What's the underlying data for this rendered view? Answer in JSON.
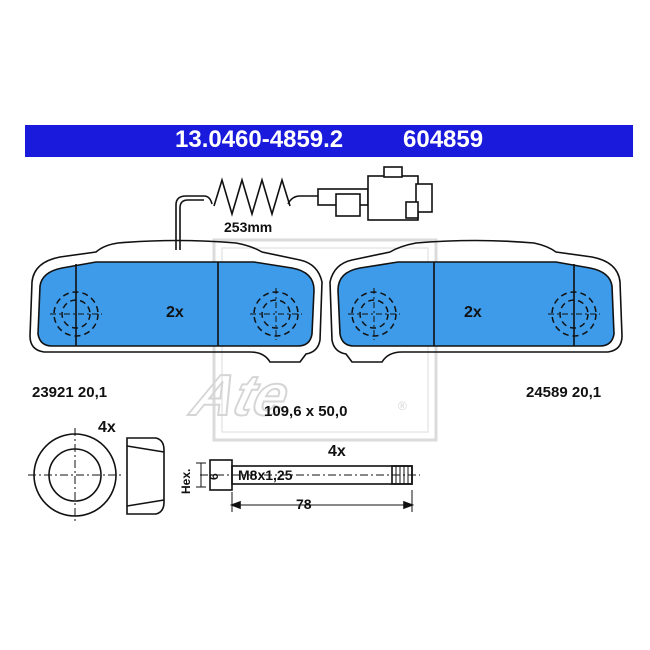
{
  "header": {
    "part_number": "13.0460-4859.2",
    "ref_number": "604859",
    "bar_color": "#1a1adc"
  },
  "sensor": {
    "cable_length": "253mm"
  },
  "pads": {
    "pad_color": "#3d9be9",
    "left": {
      "quantity": "2x",
      "code": "23921 20,1"
    },
    "right": {
      "quantity": "2x",
      "code": "24589 20,1"
    },
    "dimensions": "109,6 x 50,0"
  },
  "accessories": {
    "sleeve_quantity": "4x",
    "bolt_quantity": "4x",
    "bolt_thread": "M8x1,25",
    "hex_label": "Hex.",
    "hex_size": "6",
    "bolt_length": "78"
  },
  "watermark": {
    "logo_text": "Ate",
    "logo_mark": "®"
  }
}
